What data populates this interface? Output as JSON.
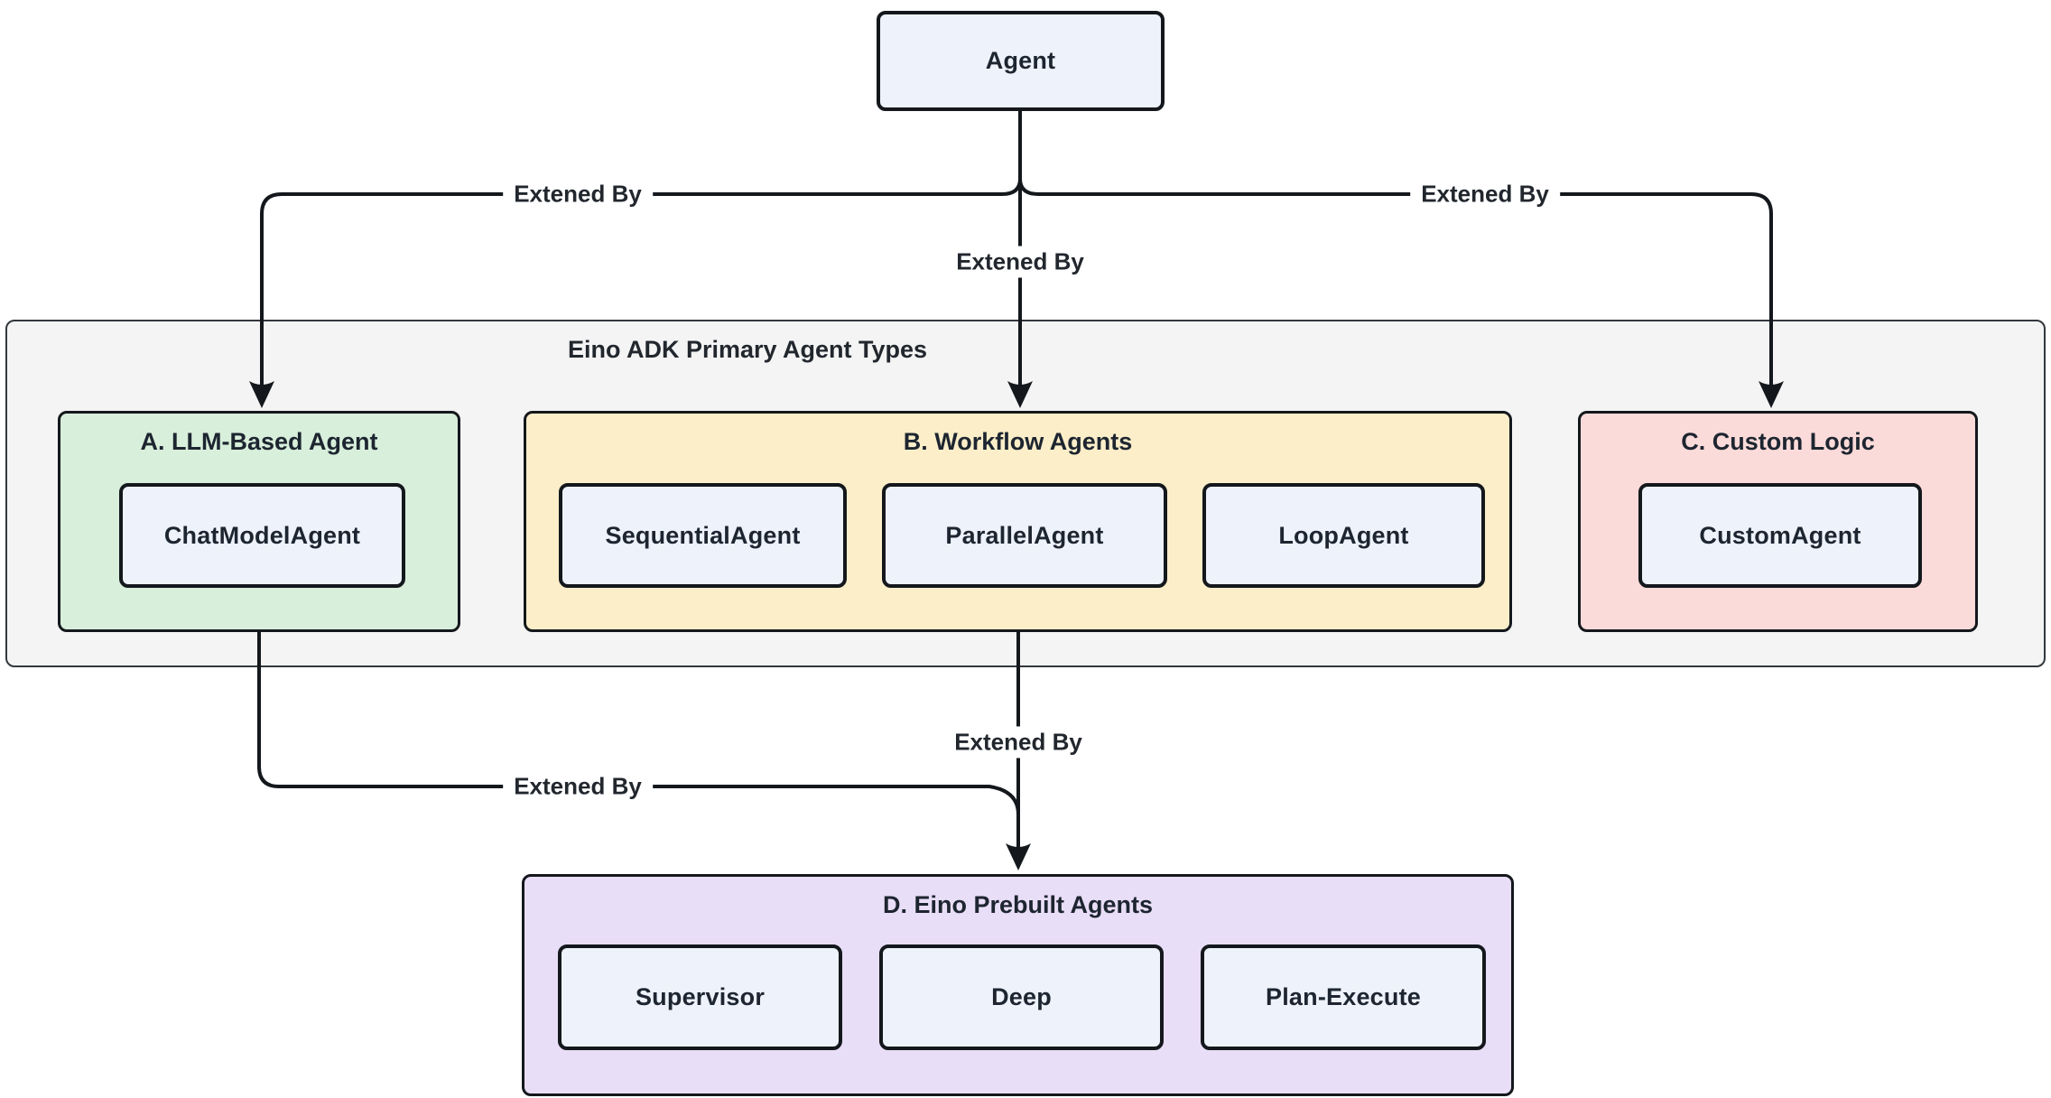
{
  "root": {
    "label": "Agent"
  },
  "container": {
    "title": "Eino ADK Primary Agent Types"
  },
  "groups": [
    {
      "title": "A. LLM-Based Agent",
      "fill": "#d8efdb",
      "children": [
        "ChatModelAgent"
      ]
    },
    {
      "title": "B. Workflow Agents",
      "fill": "#fbeec9",
      "children": [
        "SequentialAgent",
        "ParallelAgent",
        "LoopAgent"
      ]
    },
    {
      "title": "C. Custom Logic",
      "fill": "#fbdbd9",
      "children": [
        "CustomAgent"
      ]
    },
    {
      "title": "D. Eino Prebuilt Agents",
      "fill": "#e9def7",
      "children": [
        "Supervisor",
        "Deep",
        "Plan-Execute"
      ]
    }
  ],
  "edges": [
    {
      "from": "Agent",
      "to": "A. LLM-Based Agent",
      "label": "Extened By"
    },
    {
      "from": "Agent",
      "to": "B. Workflow Agents",
      "label": "Extened By"
    },
    {
      "from": "Agent",
      "to": "C. Custom Logic",
      "label": "Extened By"
    },
    {
      "from": "B. Workflow Agents",
      "to": "D. Eino Prebuilt Agents",
      "label": "Extened By"
    },
    {
      "from": "A. LLM-Based Agent",
      "to": "D. Eino Prebuilt Agents",
      "label": "Extened By"
    }
  ],
  "colors": {
    "node_fill": "#edf2fb",
    "border": "#14181c",
    "edge_line": "#14181c",
    "container_fill": "#f4f4f4",
    "text": "#1d2530",
    "background": "#ffffff"
  }
}
